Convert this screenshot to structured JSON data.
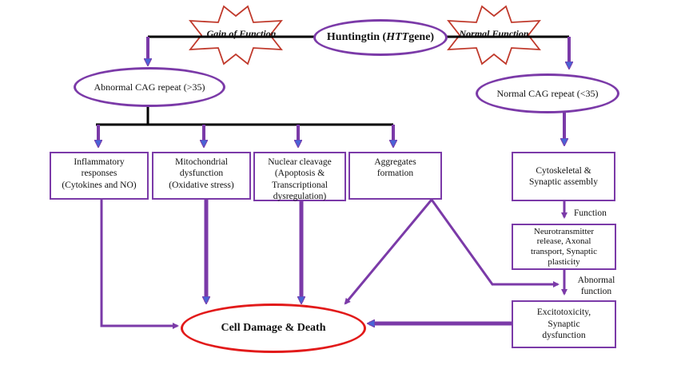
{
  "gene": {
    "prefix": "Huntingtin (",
    "symbol": "HTT",
    "suffix": " gene)"
  },
  "stars": {
    "gain": "Gain of Function",
    "normal": "Normal Function"
  },
  "abnormal_repeat": "Abnormal CAG repeat (>35)",
  "normal_repeat": "Normal CAG repeat (<35)",
  "mechanisms": [
    {
      "key": "inflammatory",
      "line1": "Inflammatory",
      "line2": "responses",
      "line3": "(Cytokines and NO)"
    },
    {
      "key": "mitochondrial",
      "line1": "Mitochondrial",
      "line2": "dysfunction",
      "line3": "(Oxidative stress)"
    },
    {
      "key": "nuclear",
      "line1": "Nuclear cleavage",
      "line2": "(Apoptosis &",
      "line3": "Transcriptional",
      "line4": "dysregulation)"
    },
    {
      "key": "aggregates",
      "line1": "Aggregates",
      "line2": "formation"
    }
  ],
  "cytoskeletal": {
    "line1": "Cytoskeletal &",
    "line2": "Synaptic assembly"
  },
  "function_label": "Function",
  "neurotransmitter": {
    "line1": "Neurotransmitter",
    "line2": "release, Axonal",
    "line3": "transport, Synaptic",
    "line4": "plasticity"
  },
  "abnormal_function": {
    "line1": "Abnormal",
    "line2": "function"
  },
  "excitotoxicity": {
    "line1": "Excitotoxicity,",
    "line2": "Synaptic",
    "line3": "dysfunction"
  },
  "outcome": "Cell Damage & Death",
  "colors": {
    "border": "#7b3aa8",
    "arrow_blue": "#4a63d6",
    "star": "#c0392b",
    "outcome_border": "#e21a1a"
  }
}
